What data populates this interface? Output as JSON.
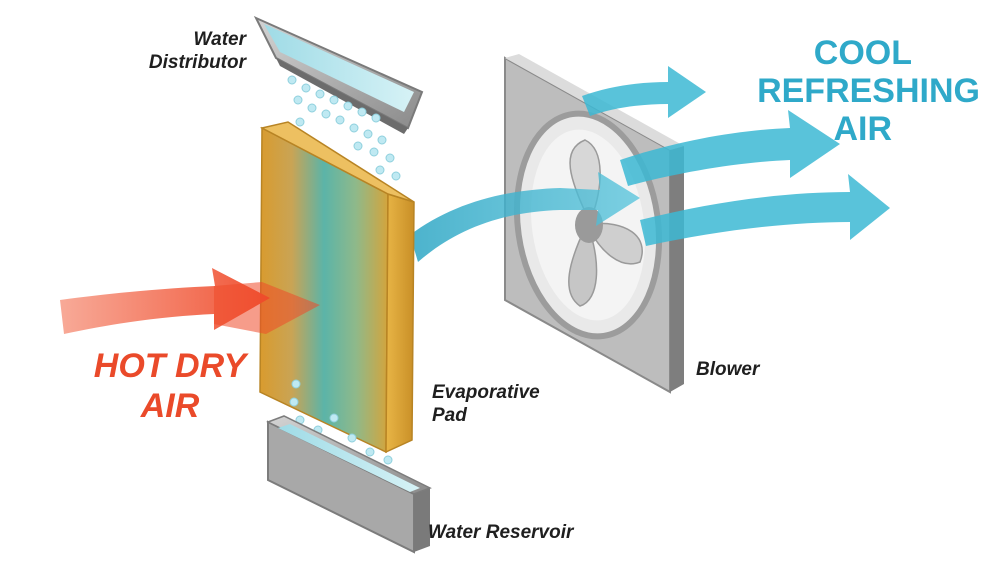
{
  "labels": {
    "water_distributor": [
      "Water",
      "Distributor"
    ],
    "evaporative_pad": [
      "Evaporative",
      "Pad"
    ],
    "water_reservoir": "Water Reservoir",
    "blower": "Blower",
    "hot_dry_air": [
      "HOT DRY",
      "AIR"
    ],
    "cool_refreshing_air": [
      "COOL",
      "REFRESHING",
      "AIR"
    ]
  },
  "colors": {
    "hot_air": "#ef5a3c",
    "cool_air": "#3cb8d4",
    "pad_yellow": "#e2a93a",
    "pad_teal": "#5ab8b0",
    "metal": "#9a9a9a",
    "water": "#b9e7ef",
    "label_text": "#1f1f1f"
  }
}
